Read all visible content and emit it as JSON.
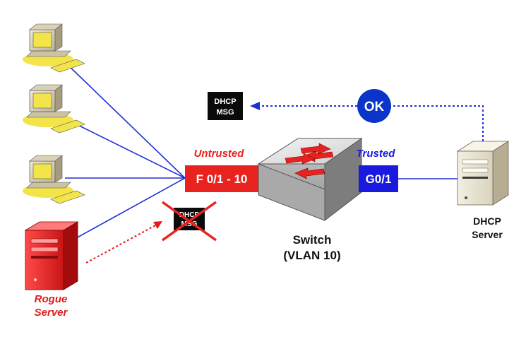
{
  "colors": {
    "link_blue": "#1f2fd6",
    "untrusted_red": "#e8231f",
    "trusted_blue": "#1a1adf",
    "ok_blue": "#0a35c8",
    "rogue_red": "#e11b1b",
    "pc_yellow": "#f3e44a",
    "switch_gray": "#c9c9c9",
    "msg_black": "#0a0a0a"
  },
  "icons": {
    "pc": "desktop-computer-icon",
    "switch": "network-switch-icon",
    "server": "tower-server-icon",
    "cross": "red-x-icon"
  },
  "labels": {
    "untrusted": "Untrusted",
    "trusted": "Trusted",
    "untrusted_port": "F 0/1 - 10",
    "trusted_port": "G0/1",
    "switch_line1": "Switch",
    "switch_line2": "(VLAN 10)",
    "ok": "OK",
    "dhcp_msg_line1": "DHCP",
    "dhcp_msg_line2": "MSG",
    "blocked_msg_line1": "DHCP",
    "blocked_msg_line2": "MSG",
    "dhcp_server_line1": "DHCP",
    "dhcp_server_line2": "Server",
    "rogue_line1": "Rogue",
    "rogue_line2": "Server"
  }
}
